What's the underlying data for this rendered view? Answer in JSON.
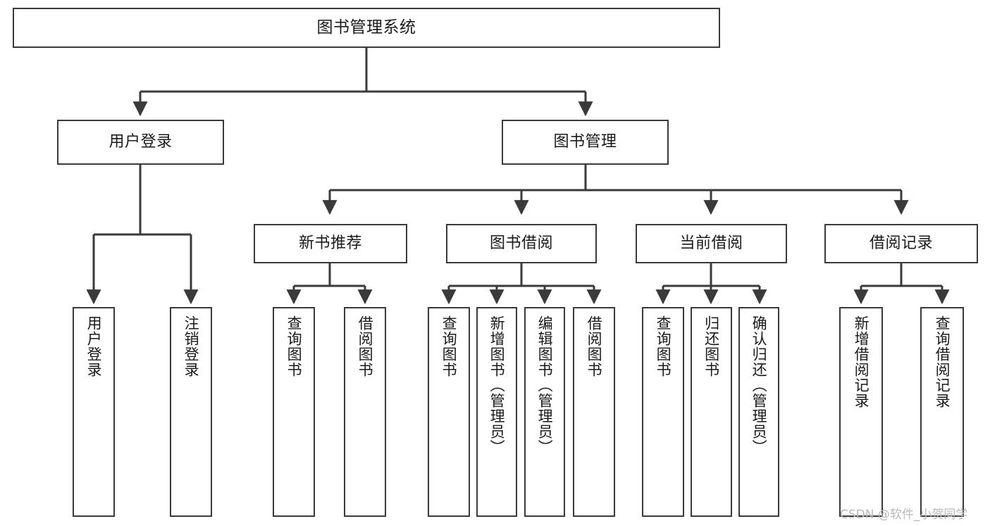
{
  "diagram": {
    "type": "tree",
    "title": "图书管理系统",
    "watermark": "CSDN @软件_小贺同学",
    "colors": {
      "box_border": "#3a3a3a",
      "box_fill": "#ffffff",
      "edge": "#3a3a3a",
      "text": "#1a1a1a",
      "watermark": "#b9b9b9"
    },
    "nodes": {
      "root": {
        "label": "图书管理系统"
      },
      "level2": [
        {
          "label": "用户登录"
        },
        {
          "label": "图书管理"
        }
      ],
      "level3": [
        {
          "label": "新书推荐"
        },
        {
          "label": "图书借阅"
        },
        {
          "label": "当前借阅"
        },
        {
          "label": "借阅记录"
        }
      ],
      "leaves": {
        "user_login": [
          {
            "label": "用户登录"
          },
          {
            "label": "注销登录"
          }
        ],
        "new_book": [
          {
            "label": "查询图书"
          },
          {
            "label": "借阅图书"
          }
        ],
        "book_borrow": [
          {
            "label": "查询图书"
          },
          {
            "label": "新增图书（管理员）"
          },
          {
            "label": "编辑图书（管理员）"
          },
          {
            "label": "借阅图书"
          }
        ],
        "current_borrow": [
          {
            "label": "查询图书"
          },
          {
            "label": "归还图书"
          },
          {
            "label": "确认归还（管理员）"
          }
        ],
        "borrow_record": [
          {
            "label": "新增借阅记录"
          },
          {
            "label": "查询借阅记录"
          }
        ]
      }
    }
  }
}
